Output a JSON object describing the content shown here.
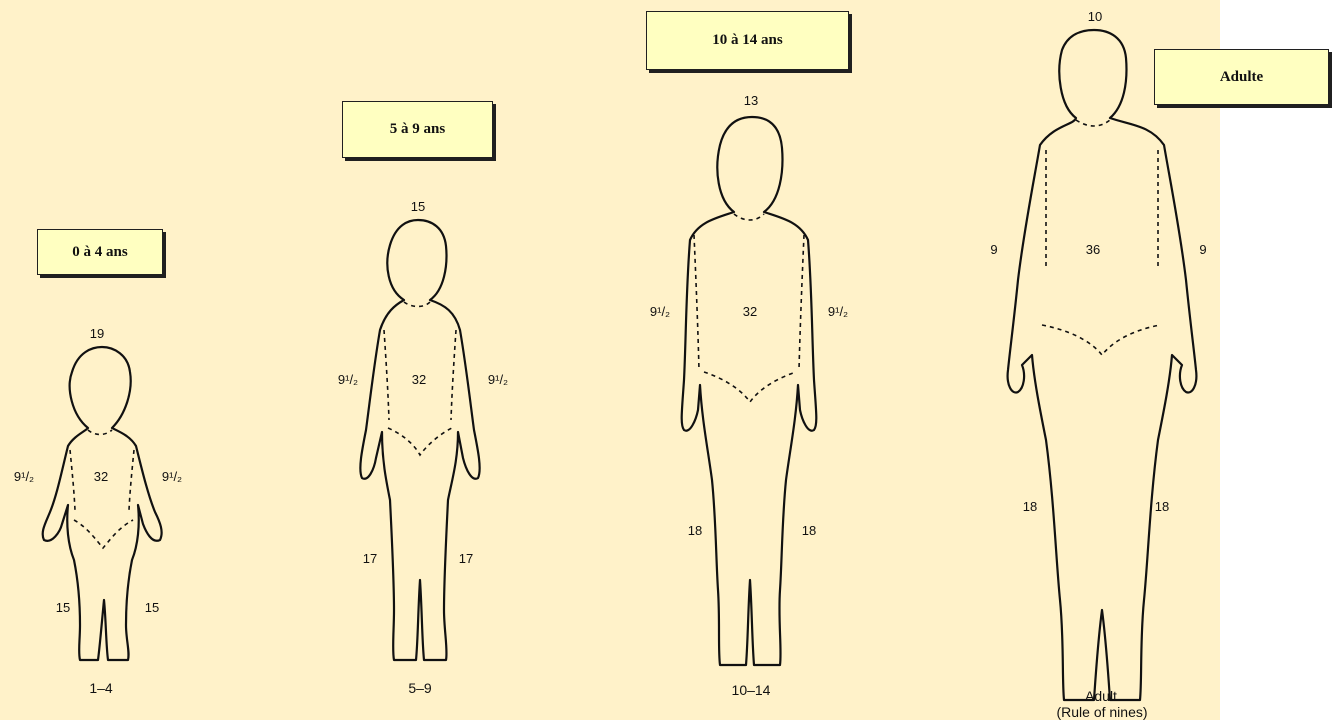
{
  "figures": [
    {
      "age_box": "0 à 4 ans",
      "head": "19",
      "arm_left": "9¹/₂",
      "arm_right": "9¹/₂",
      "trunk": "32",
      "leg_left": "15",
      "leg_right": "15",
      "caption": "1–4"
    },
    {
      "age_box": "5 à 9 ans",
      "head": "15",
      "arm_left": "9¹/₂",
      "arm_right": "9¹/₂",
      "trunk": "32",
      "leg_left": "17",
      "leg_right": "17",
      "caption": "5–9"
    },
    {
      "age_box": "10 à 14 ans",
      "head": "13",
      "arm_left": "9¹/₂",
      "arm_right": "9¹/₂",
      "trunk": "32",
      "leg_left": "18",
      "leg_right": "18",
      "caption": "10–14"
    },
    {
      "age_box": "Adulte",
      "head": "10",
      "arm_left": "9",
      "arm_right": "9",
      "trunk": "36",
      "leg_left": "18",
      "leg_right": "18",
      "caption": "Adult",
      "caption_sub": "(Rule of nines)"
    }
  ]
}
